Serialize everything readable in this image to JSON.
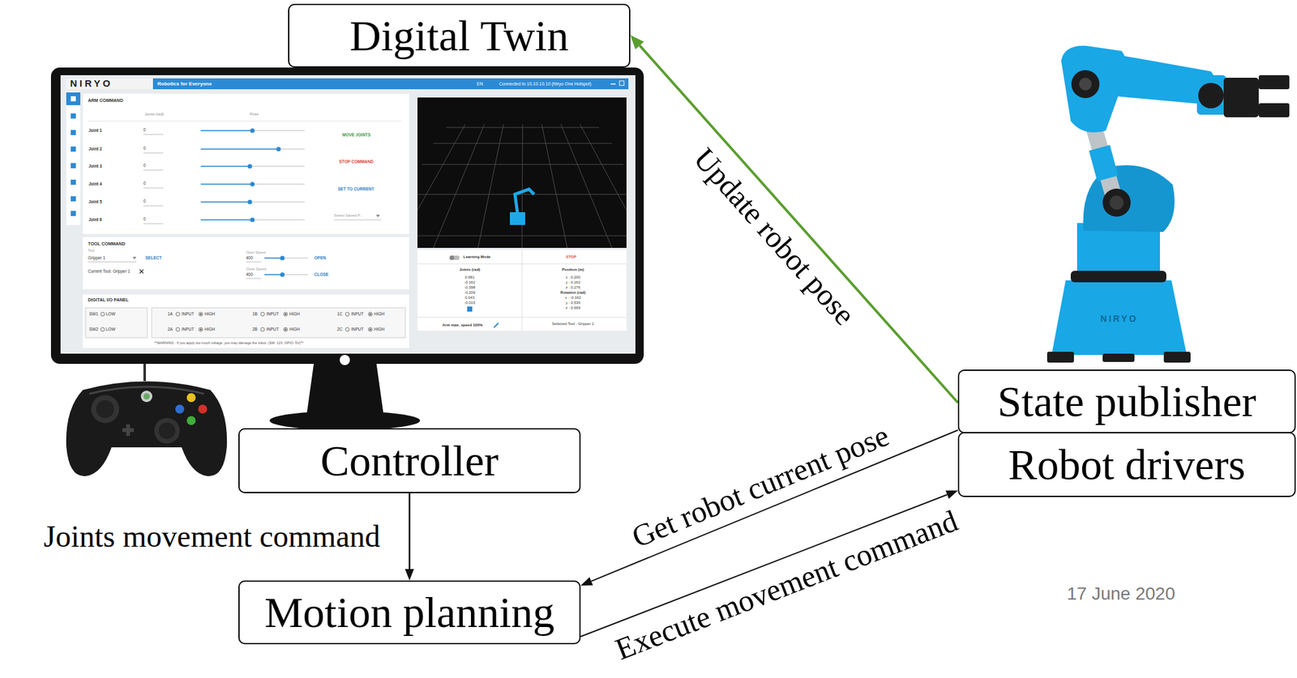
{
  "diagram": {
    "nodes": [
      {
        "text": [
          "Digital Twin"
        ]
      },
      {
        "text": [
          "Controller"
        ]
      },
      {
        "text": [
          "Motion planning"
        ]
      },
      {
        "text": [
          "State publisher"
        ]
      },
      {
        "text": [
          "Robot drivers"
        ]
      }
    ],
    "edges": [
      {
        "from": 1,
        "to": 2,
        "arrow": "to",
        "label": "Joints movement command"
      },
      {
        "from": 3,
        "to": 0,
        "arrow": "to",
        "label": "Update robot pose"
      },
      {
        "from": 3,
        "to": 2,
        "arrow": "to",
        "label": "Get robot current pose"
      },
      {
        "from": 2,
        "to": 4,
        "arrow": "to",
        "label": "Execute movement command"
      }
    ],
    "labels": [
      "NIRYO",
      "Robotics for Everyone",
      "EN",
      "Connected to 10.10.10.10 (Niryo One Hotspot)",
      "ARM COMMAND",
      "Joints (rad)",
      "Pose",
      "Joint 1",
      "Joint 2",
      "Joint 3",
      "Joint 4",
      "Joint 5",
      "Joint 6",
      "0",
      "0",
      "0",
      "0",
      "0",
      "0",
      "MOVE JOINTS",
      "STOP COMMAND",
      "SET TO CURRENT",
      "Select Saved P...",
      "TOOL COMMAND",
      "Tool",
      "Gripper 1",
      "SELECT",
      "Current Tool: Gripper 1",
      "Open Speed",
      "400",
      "OPEN",
      "Close Speed",
      "400",
      "CLOSE",
      "DIGITAL I/O PANEL",
      "SW1",
      "LOW",
      "SW2",
      "LOW",
      "1A",
      "INPUT",
      "HIGH",
      "1B",
      "INPUT",
      "HIGH",
      "1C",
      "INPUT",
      "HIGH",
      "2A",
      "INPUT",
      "HIGH",
      "2B",
      "INPUT",
      "HIGH",
      "2C",
      "INPUT",
      "HIGH",
      "**WARNING : If you apply too much voltage, you may damage the robot. (SW: 12V, GPIO: 5V)**",
      "Learning Mode",
      "STOP",
      "Joints (rad)",
      "0.681",
      "-0.162",
      "-0.398",
      "-0.209",
      "0.043",
      "-0.015",
      "Position (m)",
      "x : 0.200",
      "y : 0.162",
      "z : 0.276",
      "Rotation (rad)",
      "x : -0.162",
      "y : 0.536",
      "z : 0.669",
      "Arm max. speed 100%",
      "Selected Tool : Gripper 1",
      "NIRYO",
      "17 June 2020"
    ]
  }
}
